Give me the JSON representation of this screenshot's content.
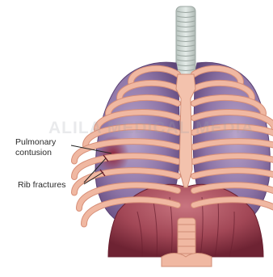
{
  "labels": {
    "pulmonary_line1": "Pulmonary",
    "pulmonary_line2": "contusion",
    "rib_fractures": "Rib fractures"
  },
  "watermark": "ALILA MEDICAL MEDIA",
  "colors": {
    "rib": "#f0b8a2",
    "rib_edge": "#d78f78",
    "lung": "#8d74a6",
    "lung_dark": "#6b4f86",
    "diaphragm": "#a8505c",
    "diaphragm_dark": "#7b2c3a",
    "trachea": "#cfd8d4",
    "contusion": "#9c2b3c",
    "leader_line": "#222222"
  }
}
